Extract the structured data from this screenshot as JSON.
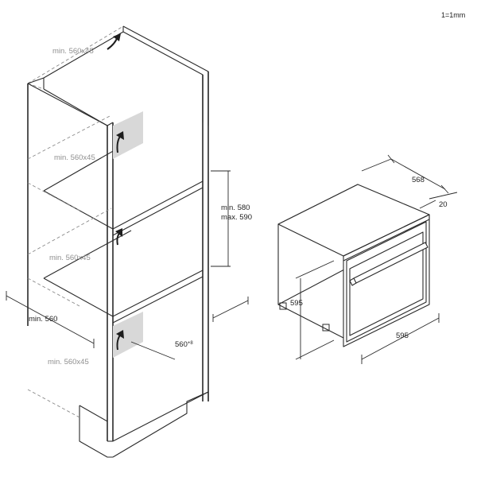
{
  "scale_note": "1=1mm",
  "cabinet": {
    "vent_top": "min. 560x45",
    "vent_upper": "min. 560x45",
    "vent_middle": "min. 560x45",
    "vent_bottom": "min. 560x45",
    "width_min": "min. 560",
    "niche_height_min": "min. 580",
    "niche_height_max": "max. 590",
    "niche_depth": "560",
    "niche_depth_sup": "+8"
  },
  "oven": {
    "depth": "568",
    "front_thickness": "20",
    "height": "595",
    "width": "595"
  }
}
